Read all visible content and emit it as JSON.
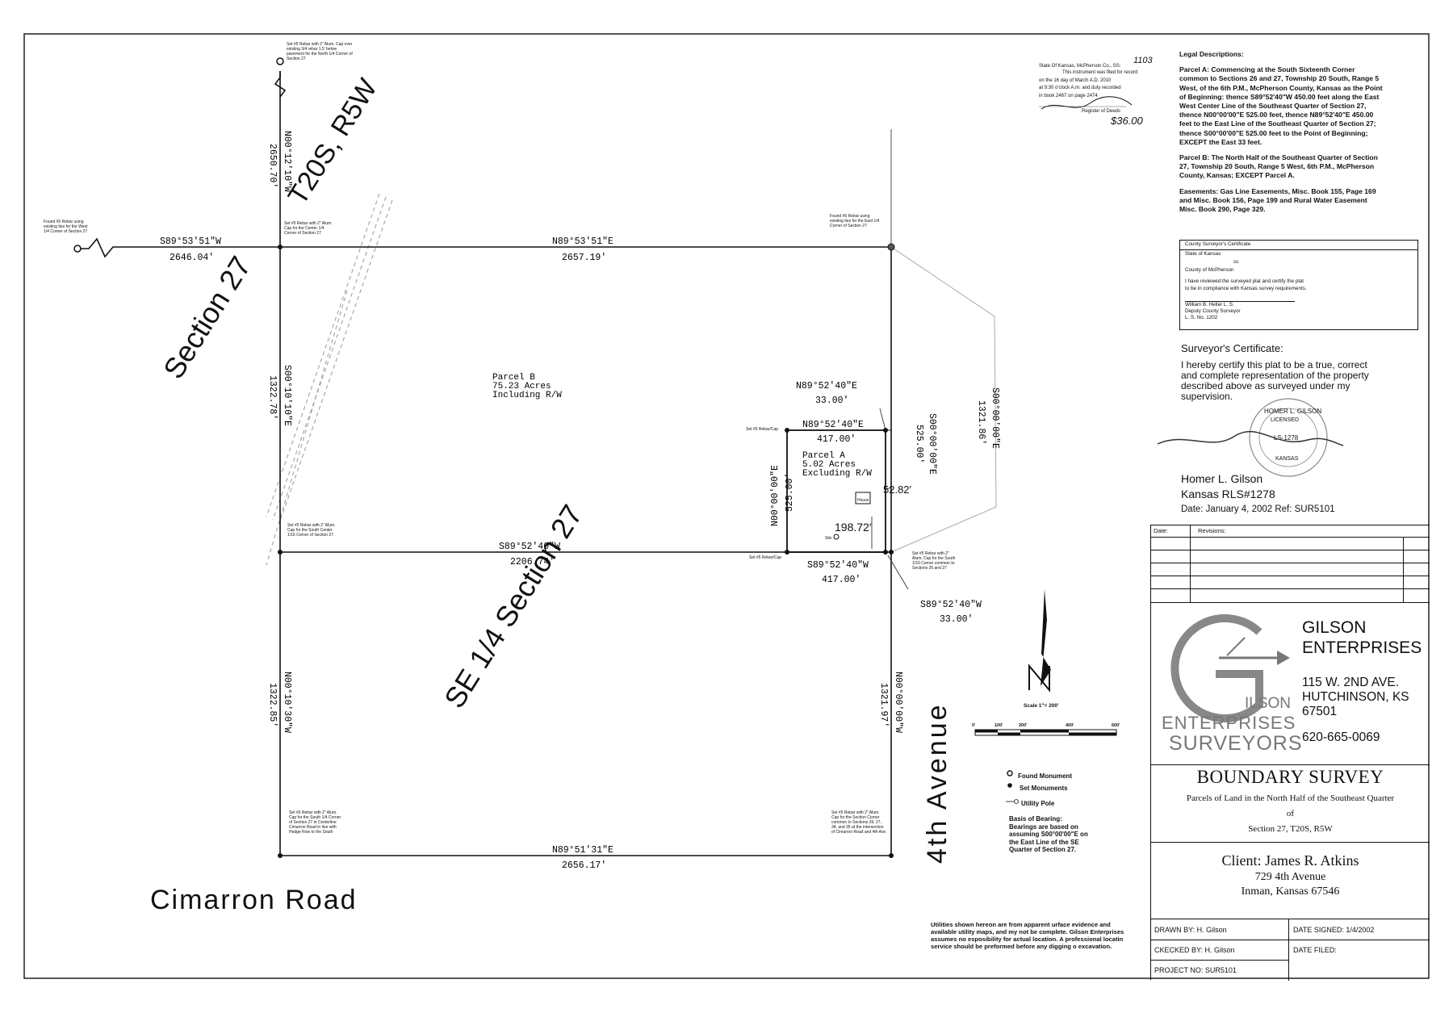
{
  "plat": {
    "township_label": "T20S, R5W",
    "section_label": "Section 27",
    "quarter_label": "SE 1/4 Section 27",
    "road_south": "Cimarron Road",
    "road_east": "4th Avenue",
    "parcel_b": {
      "line1": "Parcel B",
      "line2": "75.23 Acres",
      "line3": "Including R/W"
    },
    "parcel_a": {
      "line1": "Parcel A",
      "line2": "5.02 Acres",
      "line3": "Excluding R/W"
    },
    "bearings": {
      "north_west": "S89°53′51″W",
      "north_west_dist": "2646.04′",
      "north_line": "N89°53′51″E",
      "north_line_dist": "2657.19′",
      "mid_line": "S89°52′40″W",
      "mid_line_dist": "2206.74′",
      "south_line": "N89°51′31″E",
      "south_line_dist": "2656.17′",
      "west_upper": "N00°12′10″W",
      "west_upper_dist": "2650.70′",
      "west_mid": "S00°10′10″E",
      "west_mid_dist": "1322.78′",
      "west_low": "N00°10′30″W",
      "west_low_dist": "1322.85′",
      "east_low": "N00°00′00″W",
      "east_low_dist": "1321.97′",
      "east_upper": "S00°00′00″E",
      "east_upper_dist": "1321.86′",
      "pa_top": "N89°52′40″E",
      "pa_top_dist": "417.00′",
      "pa_top_ext": "N89°52′40″E",
      "pa_top_ext_dist": "33.00′",
      "pa_bottom": "S89°52′40″W",
      "pa_bottom_dist": "417.00′",
      "pa_bottom_ext": "S89°52′40″W",
      "pa_bottom_ext_dist": "33.00′",
      "pa_west": "N00°00′00″E",
      "pa_west_dist": "525.00′",
      "pa_east": "S00°00′00″E",
      "pa_east_dist": "525.00′",
      "offset1": "52.82′",
      "offset2": "198.72′"
    },
    "small_labels": {
      "house": "House",
      "silo": "Silo",
      "set_rebar_cap": "Set #5 Rebar/Cap",
      "nw_note": "Set #5 Rebar with 2\" Alum. Cap over existing 3/4 rebar 1.5' below pavement for the North 1/4 Corner of Section 27",
      "w_note": "Found #5 Rebar using existing ties for the West 1/4 Corner of Section 27",
      "c_note": "Set #5 Rebar with 2\" Alum. Cap for the Center 1/4 Corner of Section 27",
      "e_note": "Found #5 Rebar using existing ties for the East 1/4 Corner of Section 27",
      "sc_note": "Set #5 Rebar with 2\" Alum. Cap for the South Center 1/16 Corner of Section 27",
      "se16_note": "Set #5 Rebar with 2\" Alum. Cap for the South 1/16 Corner common to Sections 26 and 27",
      "s_note": "Set #5 Rebar with 2\" Alum. Cap for the South 1/4 Corner of Section 27 in Centerline Cimarron Road in line with Hedge Row to the South",
      "se_note": "Set #5 Rebar with 2\" Alum. Cap for the Section Corner common to Sections 26, 27, 34, and 35 at the intersection of Cimarron Road and 4th Ave."
    }
  },
  "recording": {
    "line1": "State Of Kansas, McPherson Co., SS:",
    "line2": "This instrument was filed for record",
    "line3": "on the 16 day of March A.D. 2010",
    "line4": "at 9:30 o'clock A.m. and duly recorded",
    "line5": "in book 2467 on page 2474",
    "line6": "Register of Deeds",
    "number": "1103",
    "fee": "$36.00"
  },
  "legal": {
    "heading": "Legal Descriptions:",
    "parcel_a": "Parcel A: Commencing at the South Sixteenth Corner common to Sections 26 and 27, Township 20 South, Range 5 West, of the 6th P.M., McPherson County, Kansas as the Point of Beginning: thence S89°52'40\"W 450.00 feet along the East West Center Line of the Southeast Quarter of Section 27, thence N00°00'00\"E 525.00 feet, thence N89°52'40\"E 450.00 feet to the East Line of the Southeast Quarter of Section 27; thence S00°00'00\"E 525.00 feet to the Point of Beginning; EXCEPT the East 33 feet.",
    "parcel_b": "Parcel B: The North Half of the Southeast Quarter of Section 27, Township 20 South, Range 5 West, 6th P.M., McPherson County, Kansas; EXCEPT Parcel A.",
    "easements": "Easements: Gas Line Easements, Misc. Book 155, Page 169 and Misc. Book 156, Page 199 and Rural Water Easement Misc. Book 290, Page 329."
  },
  "county_cert": {
    "title": "County Surveyor's Certificate",
    "state": "State of Kansas",
    "ss": "ss",
    "county": "County of McPherson",
    "text1": "I have reviewed the surveyed plat and certify the plat",
    "text2": "to be in compliance with Kansas survey requirements.",
    "name": "William B. Heller L. S.",
    "role": "Deputy County Surveyor",
    "lsno": "L. S. No. 1202"
  },
  "surveyor_cert": {
    "title": "Surveyor's Certificate:",
    "body": "I hereby certify this plat to be a true, correct and complete representation of the property described above as surveyed under my supervision.",
    "name": "Homer L. Gilson",
    "rls": "Kansas RLS#1278",
    "date": "Date: January 4, 2002 Ref: SUR5101",
    "seal_top": "HOMER L. GILSON",
    "seal_mid": "LICENSED",
    "seal_no": "LS-1278",
    "seal_state": "KANSAS"
  },
  "titleblock": {
    "date_hdr": "Date:",
    "rev_hdr": "Revisions:",
    "firm_line1": "GILSON",
    "firm_line2": "ENTERPRISES",
    "addr1": "115 W. 2ND AVE.",
    "addr2": "HUTCHINSON, KS",
    "addr3": "67501",
    "phone": "620-665-0069",
    "logo_w1": "ILSON",
    "logo_w2": "ENTERPRISES",
    "logo_w3": "SURVEYORS",
    "survey_type": "BOUNDARY SURVEY",
    "desc1": "Parcels of Land in the North Half of the Southeast Quarter",
    "desc2": "of",
    "desc3": "Section 27, T20S, R5W",
    "client": "Client: James R. Atkins",
    "client_addr1": "729 4th Avenue",
    "client_addr2": "Inman, Kansas 67546",
    "drawn": "DRAWN BY:  H. Gilson",
    "checked": "CKECKED BY:  H. Gilson",
    "project": "PROJECT NO:  SUR5101",
    "signed": "DATE SIGNED:  1/4/2002",
    "filed": "DATE FILED:"
  },
  "legend": {
    "found": "Found Monument",
    "set": "Set Monuments",
    "pole": "Utility Pole",
    "scale": "Scale 1\"= 200'",
    "ticks": [
      "0'",
      "100'",
      "200'",
      "400'",
      "600'"
    ],
    "north": "N",
    "basis": "Basis of Bearing: Bearings are based on assuming S00°00'00\"E on the East Line of the SE Quarter of Section 27."
  },
  "utility_note": "Utilities shown hereon are from apparent urface evidence and available utility maps, and my not be complete. Gilson Enterprises assumes no esposibility for actual location. A professional locatin service should be preformed before any digging o excavation."
}
